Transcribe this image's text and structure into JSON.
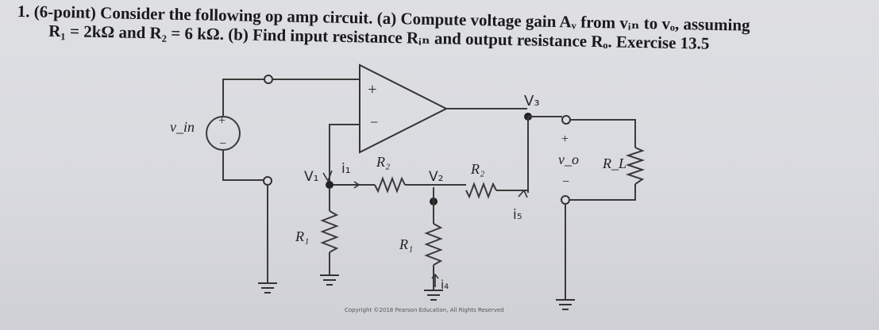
{
  "problem": {
    "number": "1.",
    "line1": "(6-point) Consider the following op amp circuit. (a) Compute voltage gain Aᵥ from vᵢₙ to vₒ, assuming",
    "line2": "R₁ = 2kΩ and R₂ = 6 kΩ. (b) Find input resistance Rᵢₙ and output resistance Rₒ. Exercise 13.5"
  },
  "circuit": {
    "source_label": "v_in",
    "source_plus": "+",
    "source_minus": "−",
    "opamp_plus": "+",
    "opamp_minus": "−",
    "r2_first": "R₂",
    "r2_second": "R₂",
    "r1_left": "R₁",
    "r1_mid": "R₁",
    "rl": "R_L",
    "out_plus": "+",
    "out_label": "v_o",
    "out_minus": "−",
    "copyright": "Copyright ©2018 Pearson Education, All Rights Reserved"
  },
  "handwritten": {
    "v3": "V₃",
    "v1": "V₁",
    "i1": "i₁",
    "v2": "V₂",
    "i5": "i₅",
    "i4": "i₄"
  }
}
